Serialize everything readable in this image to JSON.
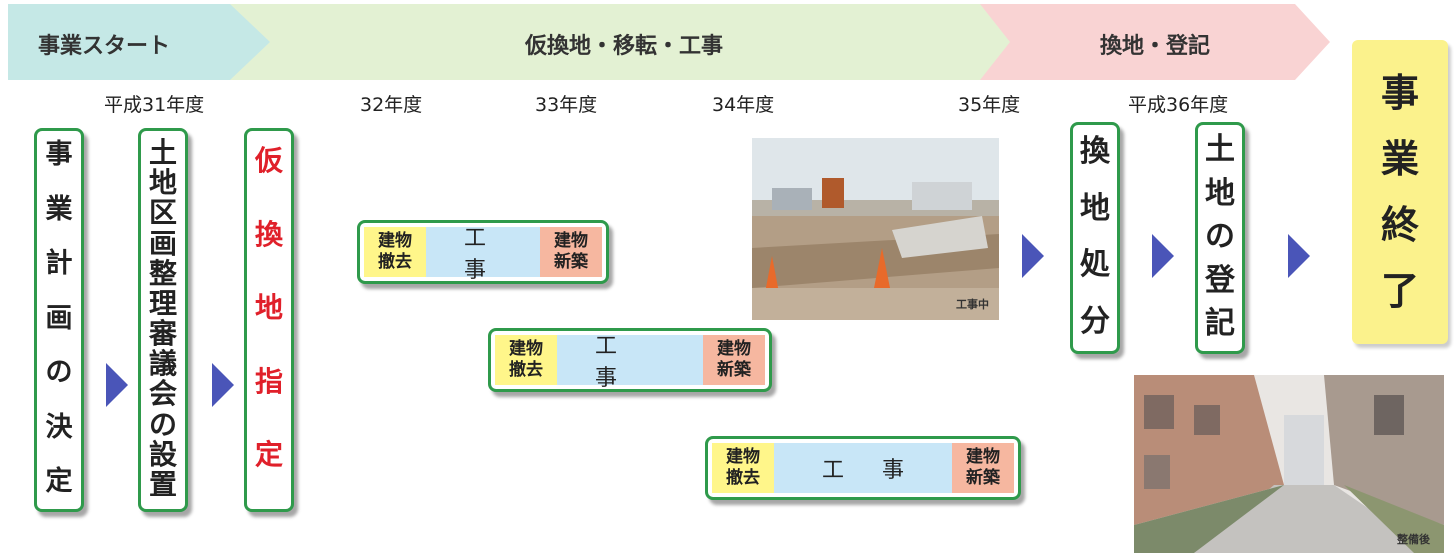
{
  "phases": [
    "事業スタート",
    "仮換地・移転・工事",
    "換地・登記"
  ],
  "years": [
    "平成31年度",
    "32年度",
    "33年度",
    "34年度",
    "35年度",
    "平成36年度"
  ],
  "steps": {
    "project_plan": [
      "事",
      "業",
      "計",
      "画",
      "の",
      "決",
      "定"
    ],
    "council": [
      "土",
      "地",
      "区",
      "画",
      "整",
      "理",
      "審",
      "議",
      "会",
      "の",
      "設",
      "置"
    ],
    "temp_designation": [
      "仮",
      "換",
      "地",
      "指",
      "定"
    ],
    "replot_disposal": [
      "換",
      "地",
      "処",
      "分"
    ],
    "land_registration": [
      "土",
      "地",
      "の",
      "登",
      "記"
    ],
    "project_end": [
      "事",
      "業",
      "終",
      "了"
    ]
  },
  "works": [
    {
      "removal": [
        "建物",
        "撤去"
      ],
      "construction": "工事",
      "newbuild": [
        "建物",
        "新築"
      ]
    },
    {
      "removal": [
        "建物",
        "撤去"
      ],
      "construction": "工事",
      "newbuild": [
        "建物",
        "新築"
      ]
    },
    {
      "removal": [
        "建物",
        "撤去"
      ],
      "construction": "工事",
      "newbuild": [
        "建物",
        "新築"
      ]
    }
  ],
  "photos": {
    "construction_caption": "工事中",
    "completed_caption": "整備後"
  },
  "colors": {
    "phase1": "#c5e8e6",
    "phase2": "#e3f1d3",
    "phase3": "#f9d3d3",
    "box_border": "#2f9a4b",
    "arrow": "#4a55b8",
    "highlight_text": "#e0202a",
    "end_box": "#fbf28c"
  }
}
